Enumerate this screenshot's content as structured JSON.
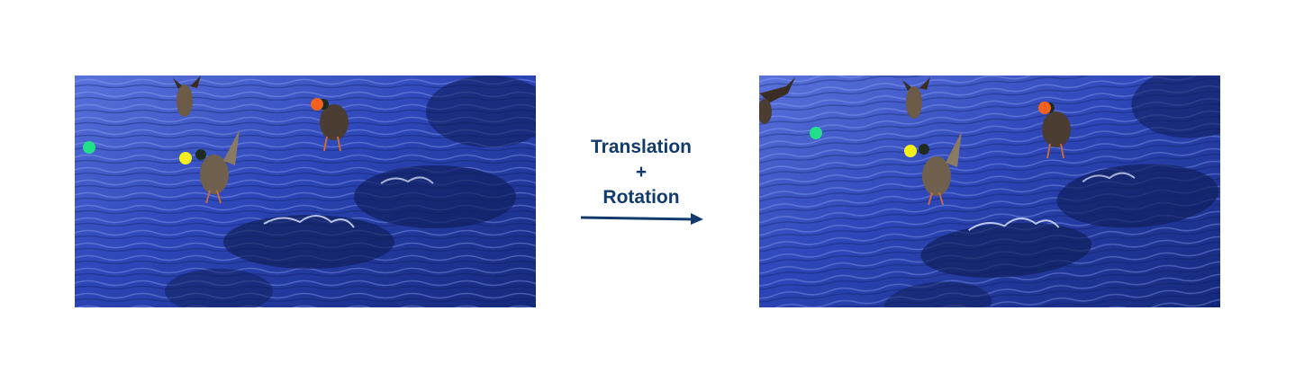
{
  "transform_label": {
    "line1": "Translation",
    "plus": "+",
    "line2": "Rotation"
  },
  "colors": {
    "text": "#123b6b",
    "arrow": "#123b6b",
    "keypoint_green": "#22e08a",
    "keypoint_yellow": "#f4ef1c",
    "keypoint_orange": "#f2611d",
    "water_dark": "#0f2266",
    "water_light": "#4a66d6"
  },
  "images": {
    "before": {
      "description_icon": "ducks-on-water-photo",
      "keypoints": [
        "green",
        "yellow",
        "orange"
      ]
    },
    "after": {
      "description_icon": "ducks-on-water-photo",
      "keypoints": [
        "green",
        "yellow",
        "orange"
      ]
    }
  }
}
